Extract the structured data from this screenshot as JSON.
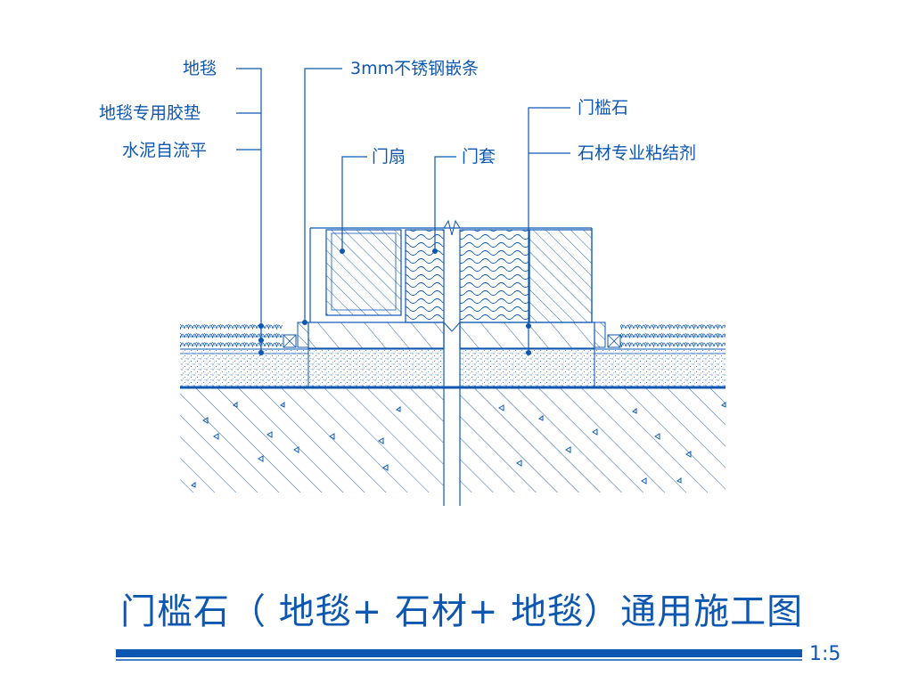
{
  "title": "门槛石（ 地毯+ 石材+ 地毯）通用施工图",
  "scale": "1:5",
  "labels": {
    "carpet": "地毯",
    "carpet_pad": "地毯专用胶垫",
    "self_leveling": "水泥自流平",
    "steel_strip": "3mm不锈钢嵌条",
    "door_leaf": "门扇",
    "door_frame": "门套",
    "threshold_stone": "门槛石",
    "stone_adhesive": "石材专业粘结剂"
  },
  "colors": {
    "line": "#0d57b0"
  }
}
